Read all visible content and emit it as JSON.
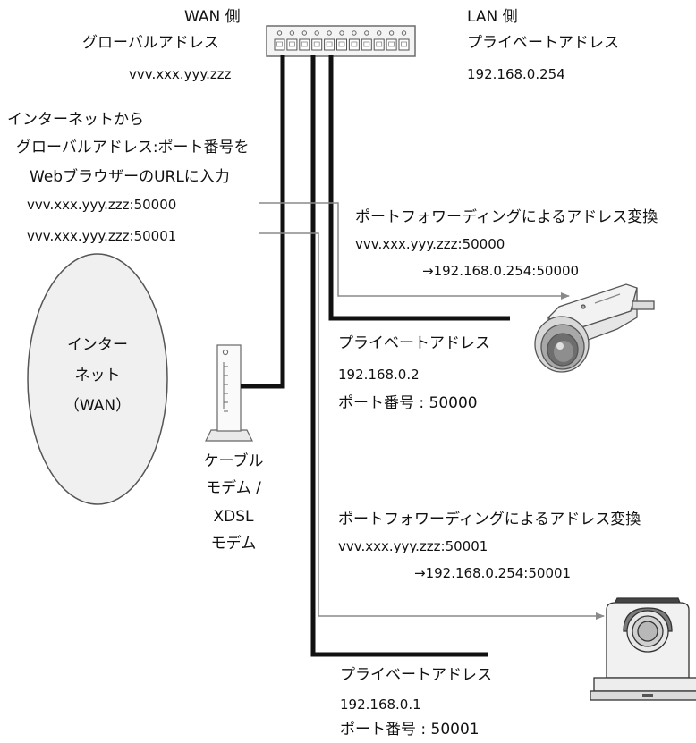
{
  "wan": {
    "title": "WAN 側",
    "address_label": "グローバルアドレス",
    "address": "vvv.xxx.yyy.zzz"
  },
  "lan": {
    "title": "LAN 側",
    "address_label": "プライベートアドレス",
    "address": "192.168.0.254"
  },
  "internet_note": {
    "line1": "インターネットから",
    "line2": "グローバルアドレス:ポート番号を",
    "line3": "WebブラウザーのURLに入力",
    "url1": "vvv.xxx.yyy.zzz:50000",
    "url2": "vvv.xxx.yyy.zzz:50001"
  },
  "cloud": {
    "line1": "インター",
    "line2": "ネット",
    "line3": "（WAN）"
  },
  "modem": {
    "line1": "ケーブル",
    "line2": "モデム /",
    "line3": "XDSL",
    "line4": "モデム"
  },
  "forward1": {
    "title": "ポートフォワーディングによるアドレス変換",
    "from": "vvv.xxx.yyy.zzz:50000",
    "to": "→192.168.0.254:50000"
  },
  "camera1": {
    "label": "プライベートアドレス",
    "ip": "192.168.0.2",
    "port": "ポート番号 : 50000"
  },
  "forward2": {
    "title": "ポートフォワーディングによるアドレス変換",
    "from": "vvv.xxx.yyy.zzz:50001",
    "to": "→192.168.0.254:50001"
  },
  "camera2": {
    "label": "プライベートアドレス",
    "ip": "192.168.0.1",
    "port": "ポート番号 : 50001"
  }
}
